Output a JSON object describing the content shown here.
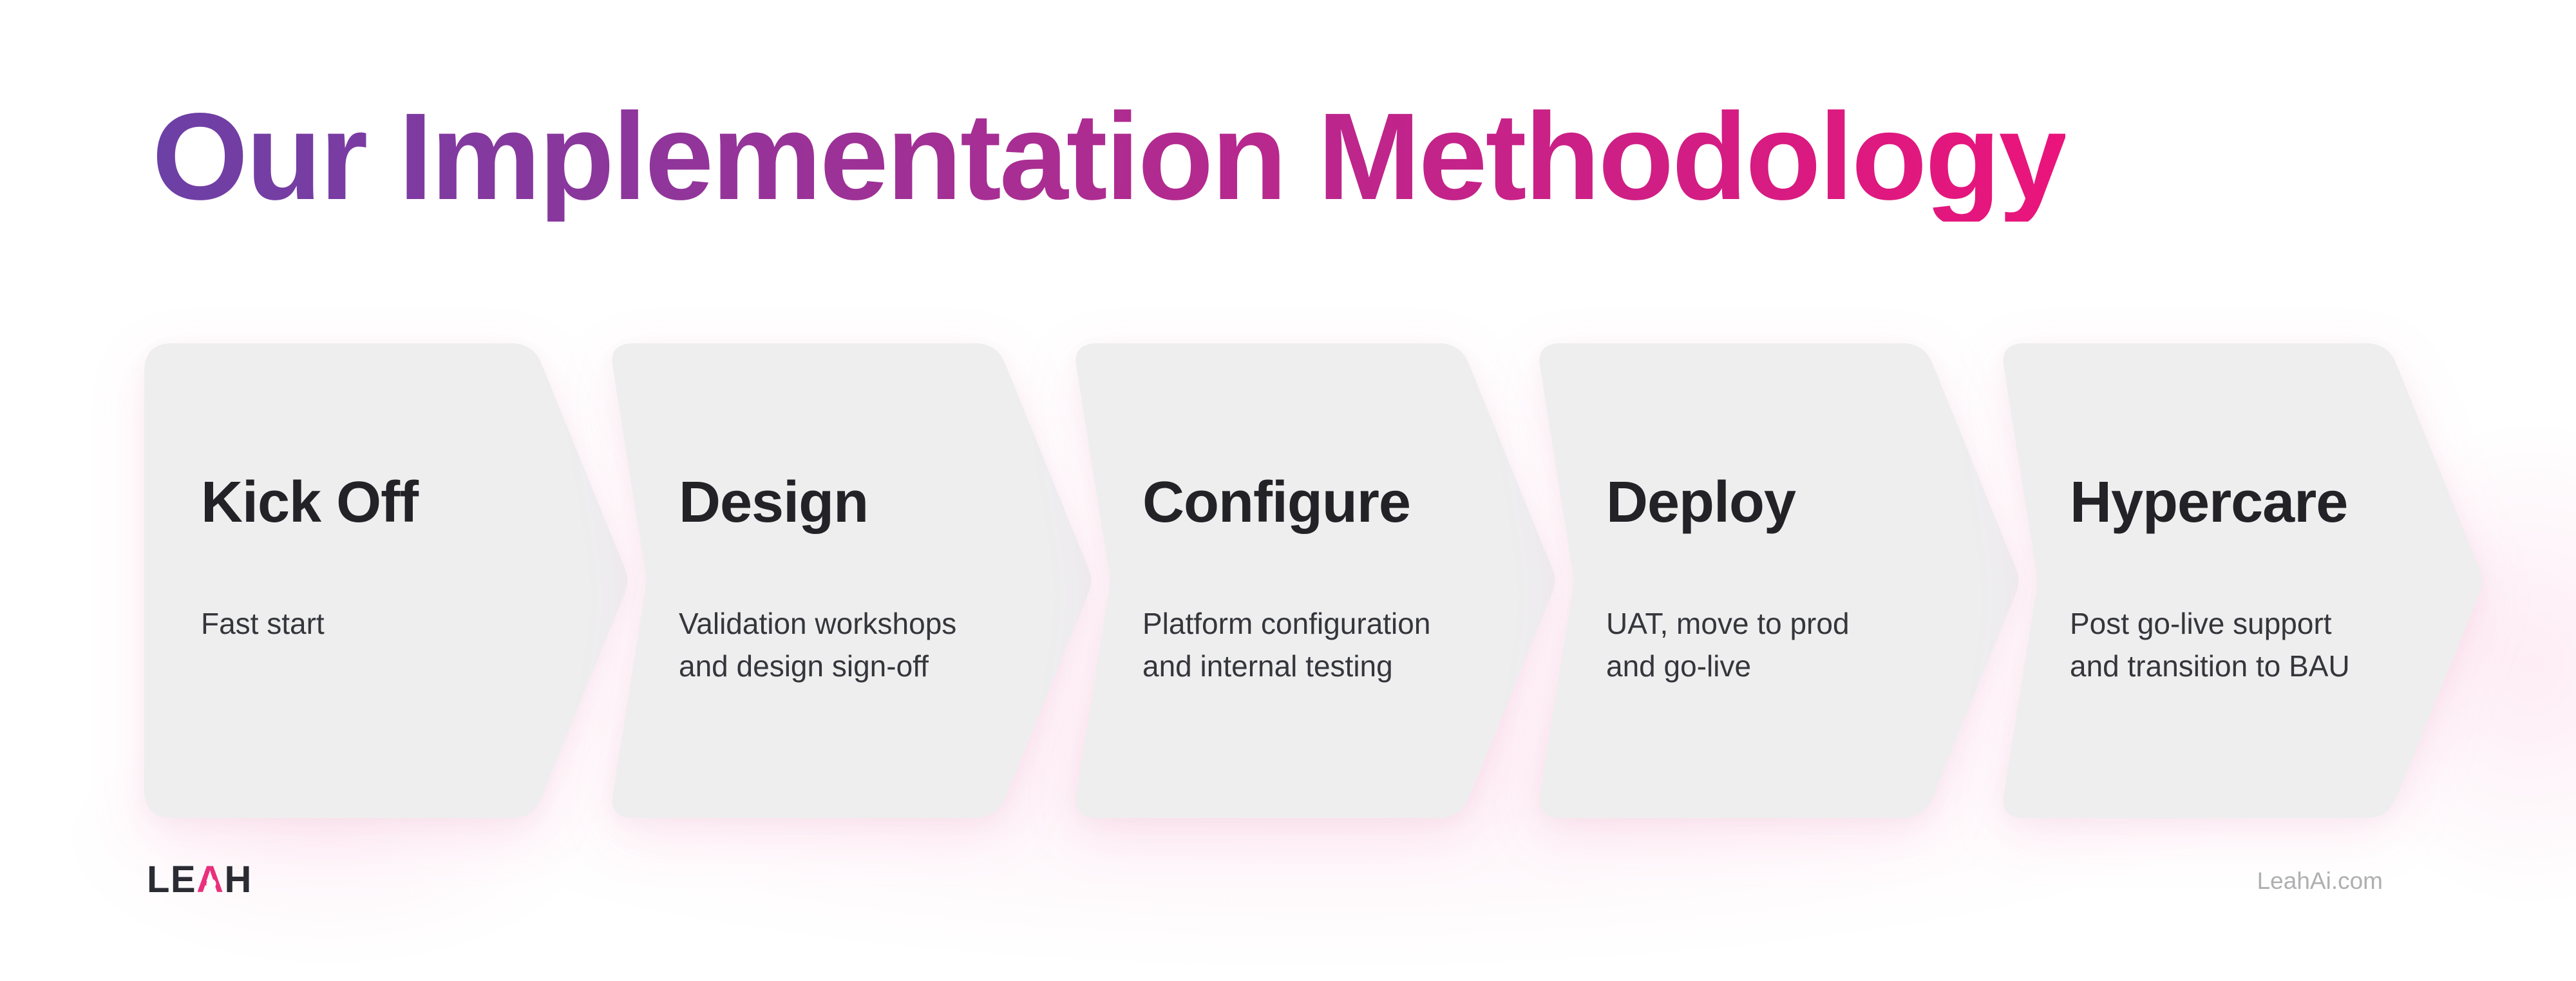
{
  "title": {
    "text": "Our Implementation Methodology"
  },
  "colors": {
    "title_gradient_start": "#6C40A6",
    "title_gradient_end": "#EA147B",
    "card_fill": "#EEEEEF",
    "step_title_color": "#222227",
    "step_text_color": "#35363B",
    "accent_pink": "#E9307C",
    "footer_url_gray": "#AFAFB1"
  },
  "steps": [
    {
      "name": "Kick Off",
      "description": "Fast start"
    },
    {
      "name": "Design",
      "description": "Validation workshops\nand design sign-off"
    },
    {
      "name": "Configure",
      "description": "Platform configuration\nand internal testing"
    },
    {
      "name": "Deploy",
      "description": "UAT, move to prod\nand go-live"
    },
    {
      "name": "Hypercare",
      "description": "Post go-live support\nand transition to BAU"
    }
  ],
  "footer": {
    "logo_prefix": "LE",
    "logo_accent": "A",
    "logo_suffix": "H",
    "website": "LeahAi.com"
  }
}
